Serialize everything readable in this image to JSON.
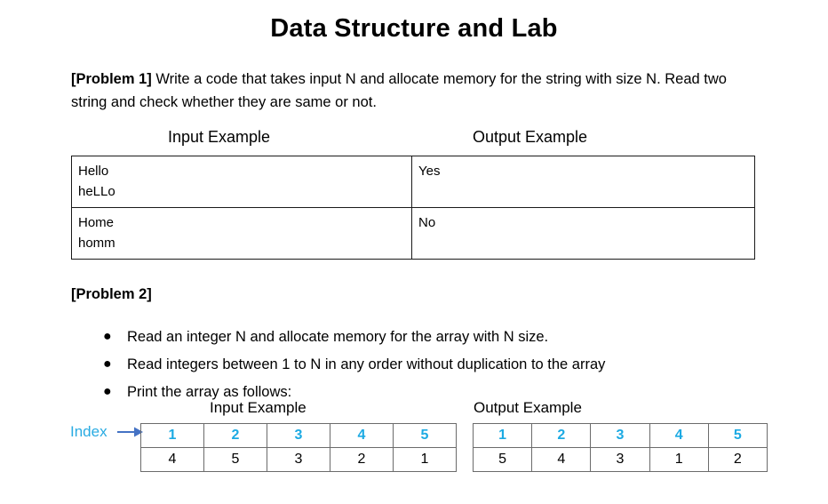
{
  "document": {
    "title": "Data Structure and Lab"
  },
  "problem1": {
    "tag": "[Problem 1]",
    "text": " Write a code that takes input N and allocate memory for the string with size N. Read two string and check whether they are same or not.",
    "captions": {
      "input": "Input Example",
      "output": "Output Example"
    },
    "table": {
      "rows": [
        {
          "input_line1": "Hello",
          "input_line2": "heLLo",
          "output": "Yes"
        },
        {
          "input_line1": "Home",
          "input_line2": "homm",
          "output": "No"
        }
      ]
    }
  },
  "problem2": {
    "tag": "[Problem 2]",
    "bullets": [
      "Read an integer N and allocate memory for the array with N size.",
      "Read integers between 1 to N in any order without duplication to the array",
      "Print the array as follows:"
    ],
    "index_label": "Index",
    "captions": {
      "input": "Input Example",
      "output": "Output Example"
    },
    "input_array": {
      "index": [
        "1",
        "2",
        "3",
        "4",
        "5"
      ],
      "values": [
        "4",
        "5",
        "3",
        "2",
        "1"
      ]
    },
    "output_array": {
      "index": [
        "1",
        "2",
        "3",
        "4",
        "5"
      ],
      "values": [
        "5",
        "4",
        "3",
        "1",
        "2"
      ]
    }
  },
  "colors": {
    "index_text": "#29abe2",
    "index_number": "#1caae3",
    "arrow": "#4472c4",
    "table1_border": "#1a1a1a",
    "array_border": "#6b6b6b",
    "text": "#000000"
  },
  "icons": {
    "arrow": "right-arrow-icon"
  }
}
